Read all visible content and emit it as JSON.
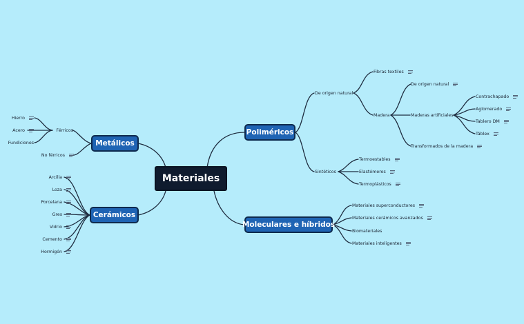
{
  "root": "Materiales",
  "branches": {
    "metalicos": "Metálicos",
    "ceramicos": "Cerámicos",
    "polimericos": "Poliméricos",
    "moleculares": "Moleculares e híbridos"
  },
  "metalicos": {
    "ferricos": "Férricos",
    "ferricos_items": [
      "Hierro",
      "Acero",
      "Fundiciones"
    ],
    "no_ferricos": "No férricos"
  },
  "ceramicos": [
    "Arcilla",
    "Loza",
    "Porcelana",
    "Gres",
    "Vidrio",
    "Cemento",
    "Hormigón"
  ],
  "polimericos": {
    "natural": "De origen natural",
    "fibras": "Fibras textiles",
    "madera": "Madera",
    "madera_natural": "De origen natural",
    "artificiales": "Maderas artificiales",
    "artificiales_items": [
      "Contrachapado",
      "Aglomerado",
      "Tablero DM",
      "Táblex"
    ],
    "transformados": "Transformados de la madera",
    "sinteticos": "Sintéticos",
    "sinteticos_items": [
      "Termoestables",
      "Elastómeros",
      "Termoplásticos"
    ]
  },
  "moleculares": [
    "Materiales superconductores",
    "Materiales cerámicos avanzados",
    "Biomateriales",
    "Materiales inteligentes"
  ]
}
